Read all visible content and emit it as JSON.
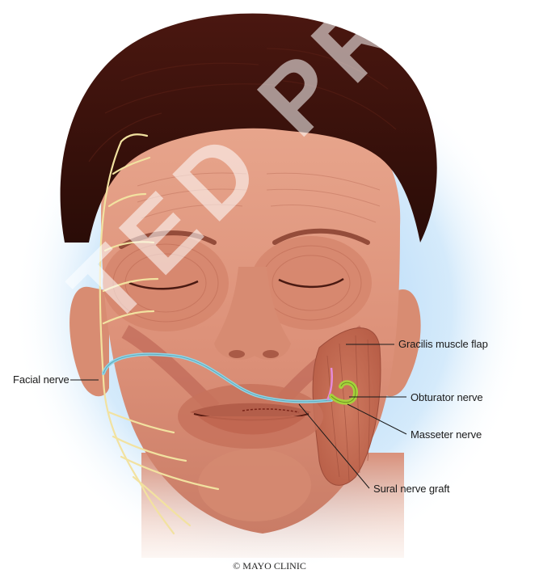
{
  "labels": {
    "facial_nerve": "Facial nerve",
    "gracilis_muscle_flap": "Gracilis muscle flap",
    "obturator_nerve": "Obturator nerve",
    "masseter_nerve": "Masseter nerve",
    "sural_nerve_graft": "Sural nerve graft"
  },
  "copyright": "© MAYO CLINIC",
  "watermark": "TED PROOF",
  "colors": {
    "nerve": "#f2e2a0",
    "sural_graft": "#8fd6e8",
    "obturator": "#e58ad8",
    "masseter": "#a6d23c",
    "hair": "#3a120c",
    "skin": "#e9a48a",
    "muscle": "#c9735c",
    "glow": "#a8d3f5"
  }
}
